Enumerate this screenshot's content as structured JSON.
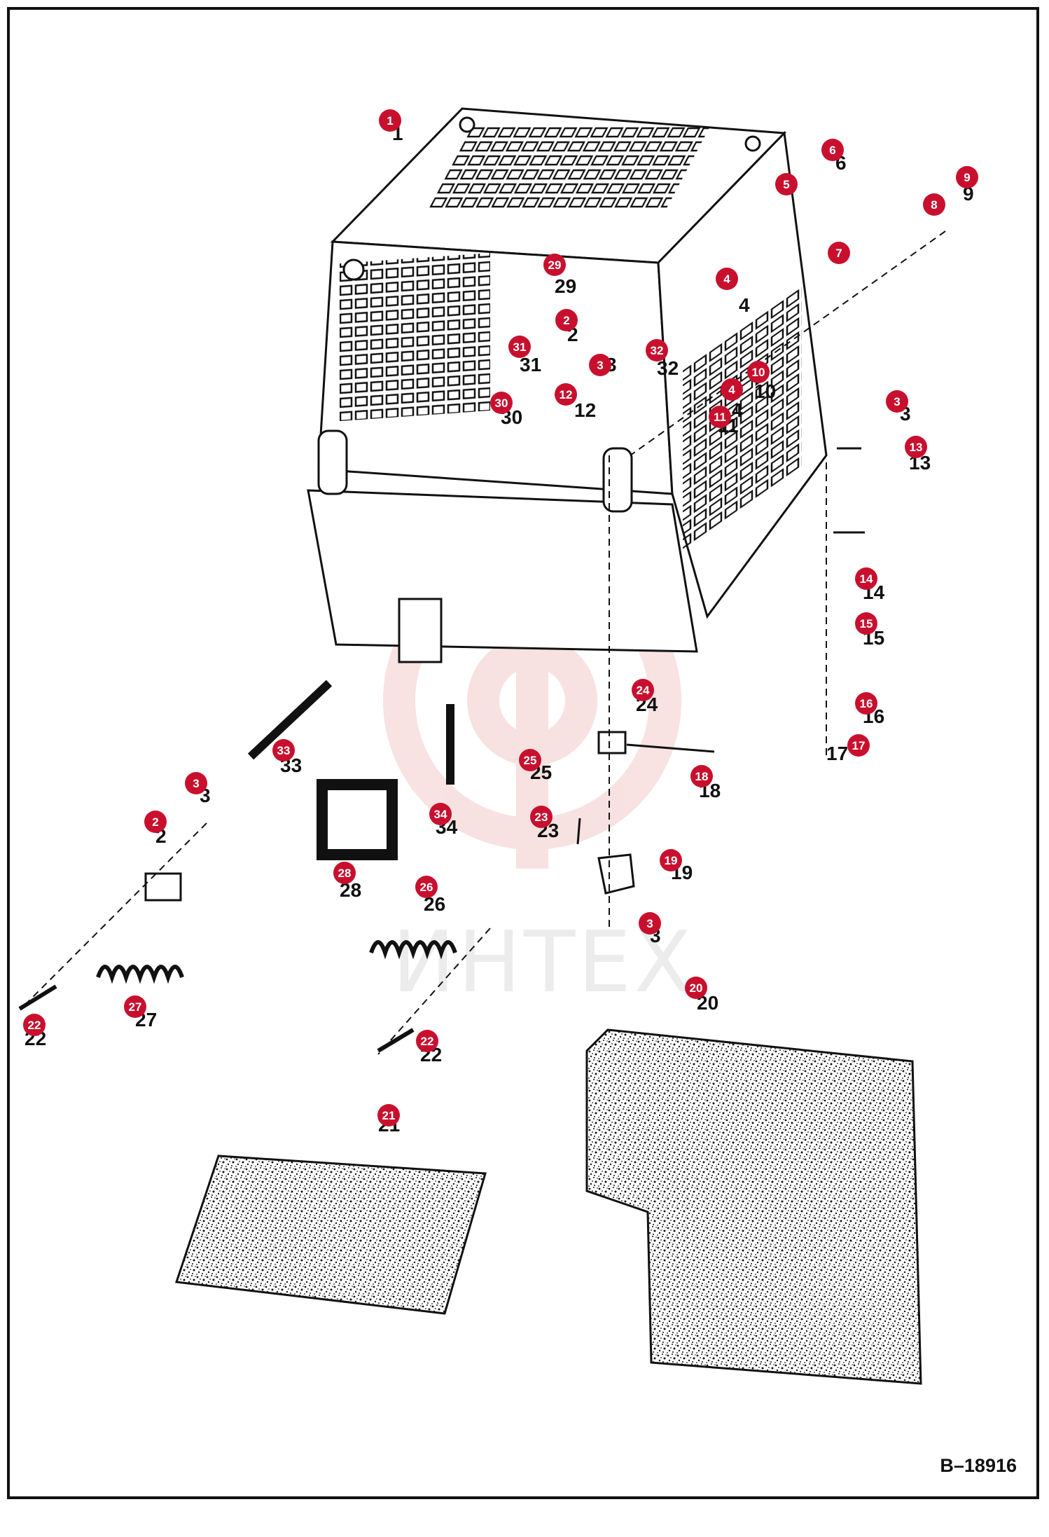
{
  "drawing_number": "B–18916",
  "watermark_text": "ИНТЕХ",
  "colors": {
    "callout": "#c8102e",
    "line": "#111111",
    "watermark": "#f3c8c8"
  },
  "callouts": [
    {
      "id": "1",
      "label": "1"
    },
    {
      "id": "2a",
      "label": "2"
    },
    {
      "id": "2b",
      "label": "2"
    },
    {
      "id": "3a",
      "label": "3"
    },
    {
      "id": "3b",
      "label": "3"
    },
    {
      "id": "3c",
      "label": "3"
    },
    {
      "id": "3d",
      "label": "3"
    },
    {
      "id": "4a",
      "label": "4"
    },
    {
      "id": "4b",
      "label": "4"
    },
    {
      "id": "5",
      "label": "5"
    },
    {
      "id": "6",
      "label": "6"
    },
    {
      "id": "7",
      "label": "7"
    },
    {
      "id": "8",
      "label": "8"
    },
    {
      "id": "9",
      "label": "9"
    },
    {
      "id": "10",
      "label": "10"
    },
    {
      "id": "11",
      "label": "11"
    },
    {
      "id": "12",
      "label": "12"
    },
    {
      "id": "13",
      "label": "13"
    },
    {
      "id": "14",
      "label": "14"
    },
    {
      "id": "15",
      "label": "15"
    },
    {
      "id": "16",
      "label": "16"
    },
    {
      "id": "17",
      "label": "17"
    },
    {
      "id": "18",
      "label": "18"
    },
    {
      "id": "19",
      "label": "19"
    },
    {
      "id": "20",
      "label": "20"
    },
    {
      "id": "21",
      "label": "21"
    },
    {
      "id": "22a",
      "label": "22"
    },
    {
      "id": "22b",
      "label": "22"
    },
    {
      "id": "23",
      "label": "23"
    },
    {
      "id": "24",
      "label": "24"
    },
    {
      "id": "25",
      "label": "25"
    },
    {
      "id": "26",
      "label": "26"
    },
    {
      "id": "27",
      "label": "27"
    },
    {
      "id": "28",
      "label": "28"
    },
    {
      "id": "29",
      "label": "29"
    },
    {
      "id": "30",
      "label": "30"
    },
    {
      "id": "31",
      "label": "31"
    },
    {
      "id": "32",
      "label": "32"
    },
    {
      "id": "33",
      "label": "33"
    },
    {
      "id": "34",
      "label": "34"
    }
  ]
}
